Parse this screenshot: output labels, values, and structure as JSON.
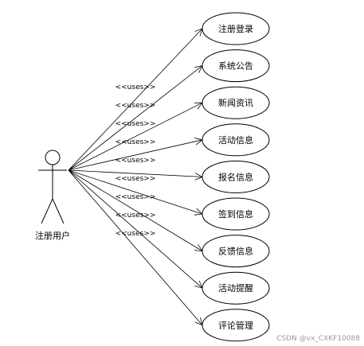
{
  "actor": {
    "name": "注册用户"
  },
  "use_cases": [
    {
      "label": "注册登录"
    },
    {
      "label": "系统公告"
    },
    {
      "label": "新闻资讯"
    },
    {
      "label": "活动信息"
    },
    {
      "label": "报名信息"
    },
    {
      "label": "签到信息"
    },
    {
      "label": "反馈信息"
    },
    {
      "label": "活动提醒"
    },
    {
      "label": "评论管理"
    }
  ],
  "relation_label": "<<uses>>",
  "watermark": "CSDN @vx_CXKF10088"
}
